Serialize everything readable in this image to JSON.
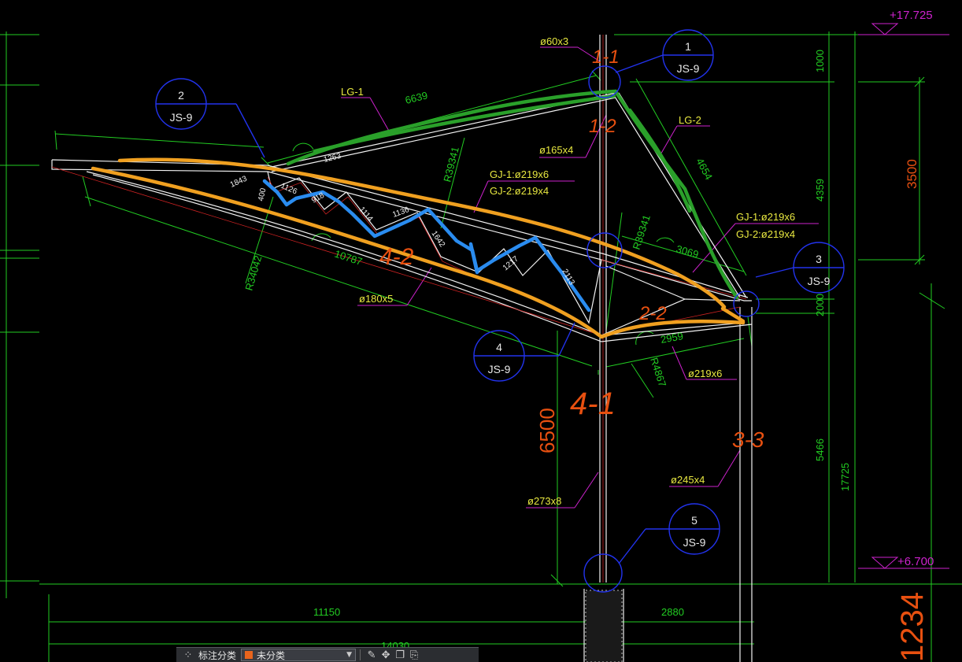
{
  "colors": {
    "background": "#000000",
    "dimension": "#22cc22",
    "leader": "#cc22cc",
    "callout": "#2233ee",
    "member": "#f2f2f2",
    "arc": "#cc2222",
    "markup_orange": "#f0a020",
    "markup_green": "#2aa02a",
    "markup_blue": "#2a8cf0",
    "handwriting": "#e85010",
    "label_yellow": "#e8e840",
    "toolbar_swatch": "#e8641c"
  },
  "elevations": {
    "top": "+17.725",
    "mid": "+6.700"
  },
  "callouts": [
    {
      "num": "1",
      "ref": "JS-9"
    },
    {
      "num": "2",
      "ref": "JS-9"
    },
    {
      "num": "3",
      "ref": "JS-9"
    },
    {
      "num": "4",
      "ref": "JS-9"
    },
    {
      "num": "5",
      "ref": "JS-9"
    }
  ],
  "labels": {
    "pipe_top": "ø60x3",
    "lg1": "LG-1",
    "lg2": "LG-2",
    "pipe165": "ø165x4",
    "gj_a1": "GJ-1:ø219x6",
    "gj_a2": "GJ-2:ø219x4",
    "gj_b1": "GJ-1:ø219x6",
    "gj_b2": "GJ-2:ø219x4",
    "pipe180": "ø180x5",
    "pipe219": "ø219x6",
    "pipe245": "ø245x4",
    "pipe273": "ø273x8"
  },
  "dims": {
    "d6639": "6639",
    "d4654": "4654",
    "r39341a": "R39341",
    "r39341b": "R39341",
    "r34042": "R34042",
    "d10787": "10787",
    "d3069": "3069",
    "d2959": "2959",
    "r4867": "R4867",
    "d1000": "1000",
    "d4359": "4359",
    "d2000": "2000",
    "d5466": "5466",
    "d17725": "17725",
    "d3500": "3500",
    "d6500": "6500",
    "d11150": "11150",
    "d2880": "2880",
    "d14030": "14030",
    "d1234": "1234"
  },
  "members": [
    "1843",
    "400",
    "1126",
    "918",
    "1114",
    "1136",
    "1642",
    "1217",
    "2113",
    "1263"
  ],
  "handwriting": {
    "h1": "1-1",
    "h2": "1-2",
    "h42": "4-2",
    "h41": "4-1",
    "h22": "2-2",
    "h33": "3-3"
  },
  "toolbar": {
    "category_label": "标注分类",
    "category_value": "未分类"
  }
}
